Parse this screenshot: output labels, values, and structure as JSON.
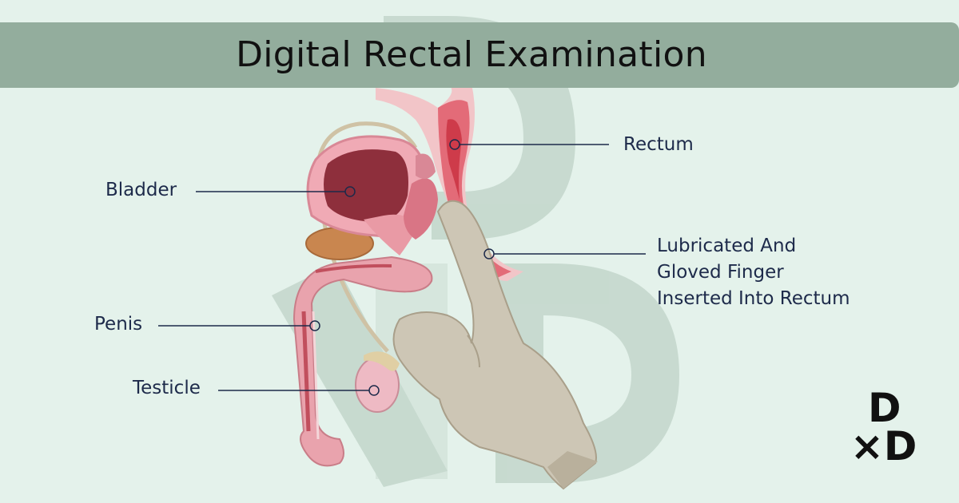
{
  "title": "Digital Rectal Examination",
  "labels": {
    "bladder": "Bladder",
    "rectum": "Rectum",
    "penis": "Penis",
    "testicle": "Testicle",
    "finger": [
      "Lubricated And",
      "Gloved Finger",
      "Inserted Into Rectum"
    ]
  },
  "brand": {
    "top": "D",
    "bottom": "×D"
  },
  "colors": {
    "background": "#e4f2eb",
    "title_bar": "#93ad9d",
    "label_text": "#1d2a4a",
    "tissue_pink": "#e9a3ad",
    "bladder_dark": "#8e2f3c",
    "glove": "#cdc6b5"
  }
}
